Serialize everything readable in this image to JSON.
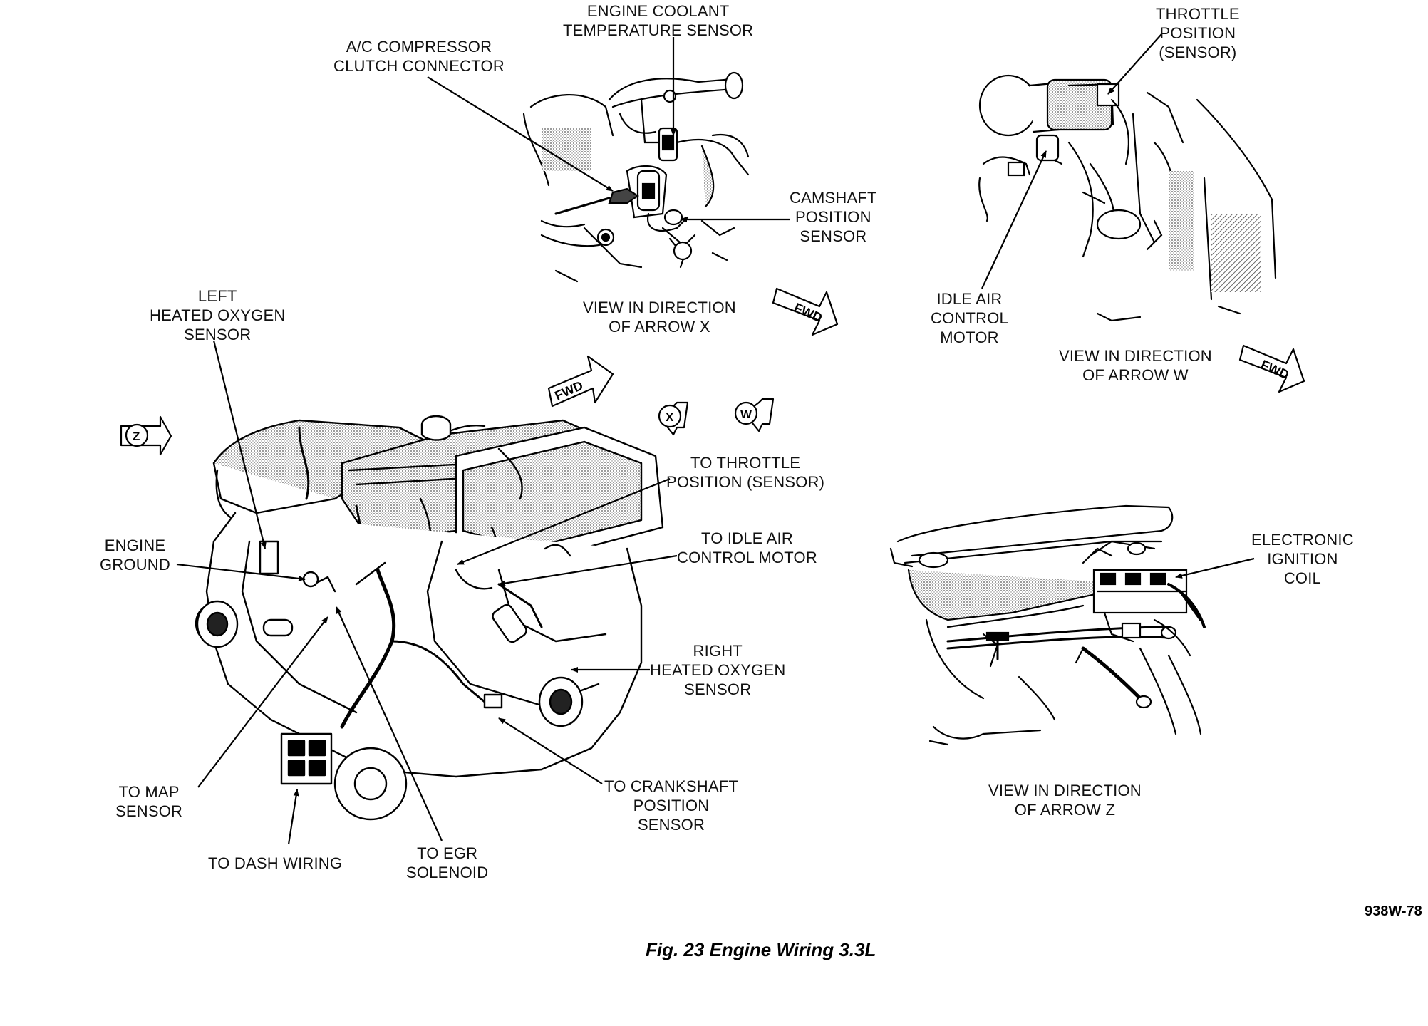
{
  "labels": {
    "engine_coolant_temp_sensor": [
      "ENGINE COOLANT",
      "TEMPERATURE SENSOR"
    ],
    "ac_compressor_clutch_connector": [
      "A/C COMPRESSOR",
      "CLUTCH CONNECTOR"
    ],
    "camshaft_position_sensor": [
      "CAMSHAFT",
      "POSITION",
      "SENSOR"
    ],
    "view_arrow_x": [
      "VIEW IN DIRECTION",
      "OF ARROW X"
    ],
    "throttle_position_sensor": [
      "THROTTLE",
      "POSITION",
      "(SENSOR)"
    ],
    "idle_air_control_motor": [
      "IDLE AIR",
      "CONTROL",
      "MOTOR"
    ],
    "view_arrow_w": [
      "VIEW IN DIRECTION",
      "OF ARROW W"
    ],
    "left_heated_oxygen_sensor": [
      "LEFT",
      "HEATED OXYGEN",
      "SENSOR"
    ],
    "to_throttle_position_sensor": [
      "TO THROTTLE",
      "POSITION (SENSOR)"
    ],
    "engine_ground": [
      "ENGINE",
      "GROUND"
    ],
    "to_idle_air_control_motor": [
      "TO IDLE AIR",
      "CONTROL MOTOR"
    ],
    "right_heated_oxygen_sensor": [
      "RIGHT",
      "HEATED OXYGEN",
      "SENSOR"
    ],
    "to_map_sensor": [
      "TO MAP",
      "SENSOR"
    ],
    "to_crankshaft_position_sensor": [
      "TO CRANKSHAFT",
      "POSITION",
      "SENSOR"
    ],
    "to_dash_wiring": [
      "TO DASH WIRING"
    ],
    "to_egr_solenoid": [
      "TO EGR",
      "SOLENOID"
    ],
    "electronic_ignition_coil": [
      "ELECTRONIC",
      "IGNITION",
      "COIL"
    ],
    "view_arrow_z": [
      "VIEW IN DIRECTION",
      "OF ARROW Z"
    ]
  },
  "direction_markers": {
    "fwd": "FWD",
    "arrow_x": "X",
    "arrow_w": "W",
    "arrow_z": "Z"
  },
  "figure_code": "938W-78",
  "caption": "Fig. 23 Engine Wiring 3.3L"
}
